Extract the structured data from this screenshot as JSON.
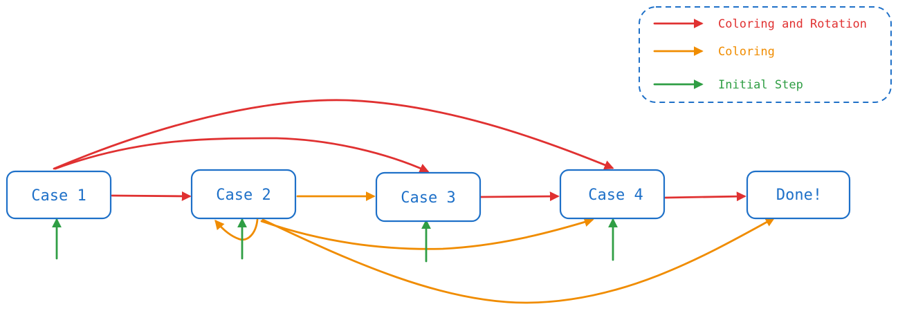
{
  "colors": {
    "red": "#e03131",
    "orange": "#f08c00",
    "green": "#2f9e44",
    "blue": "#1e70c8"
  },
  "nodes": [
    {
      "id": "case1",
      "label": "Case 1"
    },
    {
      "id": "case2",
      "label": "Case 2"
    },
    {
      "id": "case3",
      "label": "Case 3"
    },
    {
      "id": "case4",
      "label": "Case 4"
    },
    {
      "id": "done",
      "label": "Done!"
    }
  ],
  "legend": {
    "items": [
      {
        "label": "Coloring and Rotation",
        "color": "#e03131",
        "icon": "red-arrow-icon"
      },
      {
        "label": "Coloring",
        "color": "#f08c00",
        "icon": "orange-arrow-icon"
      },
      {
        "label": "Initial Step",
        "color": "#2f9e44",
        "icon": "green-arrow-icon"
      }
    ]
  },
  "edges": [
    {
      "from": "case1",
      "to": "case2",
      "kind": "Coloring and Rotation"
    },
    {
      "from": "case1",
      "to": "case3",
      "kind": "Coloring and Rotation"
    },
    {
      "from": "case1",
      "to": "case4",
      "kind": "Coloring and Rotation"
    },
    {
      "from": "case3",
      "to": "case4",
      "kind": "Coloring and Rotation"
    },
    {
      "from": "case4",
      "to": "done",
      "kind": "Coloring and Rotation"
    },
    {
      "from": "case2",
      "to": "case3",
      "kind": "Coloring"
    },
    {
      "from": "case2",
      "to": "case2",
      "kind": "Coloring"
    },
    {
      "from": "case2",
      "to": "case4",
      "kind": "Coloring"
    },
    {
      "from": "case2",
      "to": "done",
      "kind": "Coloring"
    },
    {
      "from": "start",
      "to": "case1",
      "kind": "Initial Step"
    },
    {
      "from": "start",
      "to": "case2",
      "kind": "Initial Step"
    },
    {
      "from": "start",
      "to": "case3",
      "kind": "Initial Step"
    },
    {
      "from": "start",
      "to": "case4",
      "kind": "Initial Step"
    }
  ]
}
